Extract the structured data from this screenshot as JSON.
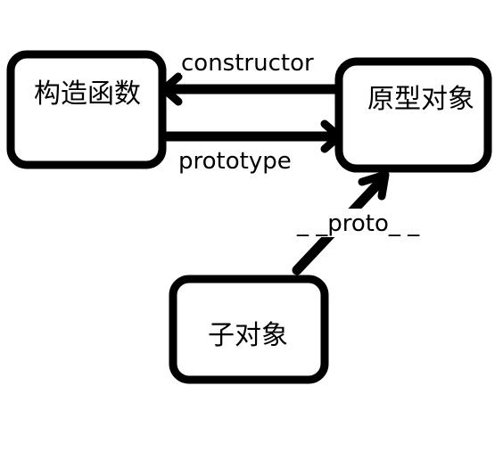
{
  "nodes": {
    "constructor_fn": {
      "label": "构造函数"
    },
    "prototype_obj": {
      "label": "原型对象"
    },
    "child_obj": {
      "label": "子对象"
    }
  },
  "edges": {
    "constructor": {
      "label": "constructor"
    },
    "prototype": {
      "label": "prototype"
    },
    "proto": {
      "label": "_ _proto_ _"
    }
  },
  "colors": {
    "stroke": "#000000",
    "background": "#ffffff"
  }
}
